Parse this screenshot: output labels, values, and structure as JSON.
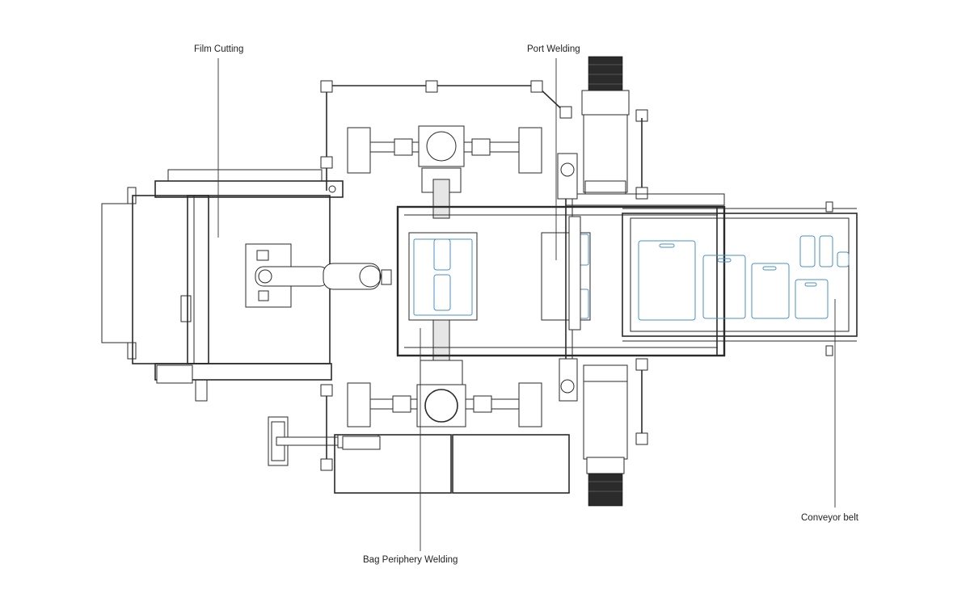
{
  "diagram": {
    "labels": {
      "film_cutting": "Film Cutting",
      "port_welding": "Port Welding",
      "conveyor_belt": "Conveyor belt",
      "bag_periphery_welding": "Bag Periphery Welding"
    },
    "colors": {
      "line": "#2a2a2a",
      "bag_outline": "#4a90c8",
      "background": "#ffffff",
      "belt_dark": "#2b2b2b"
    }
  }
}
